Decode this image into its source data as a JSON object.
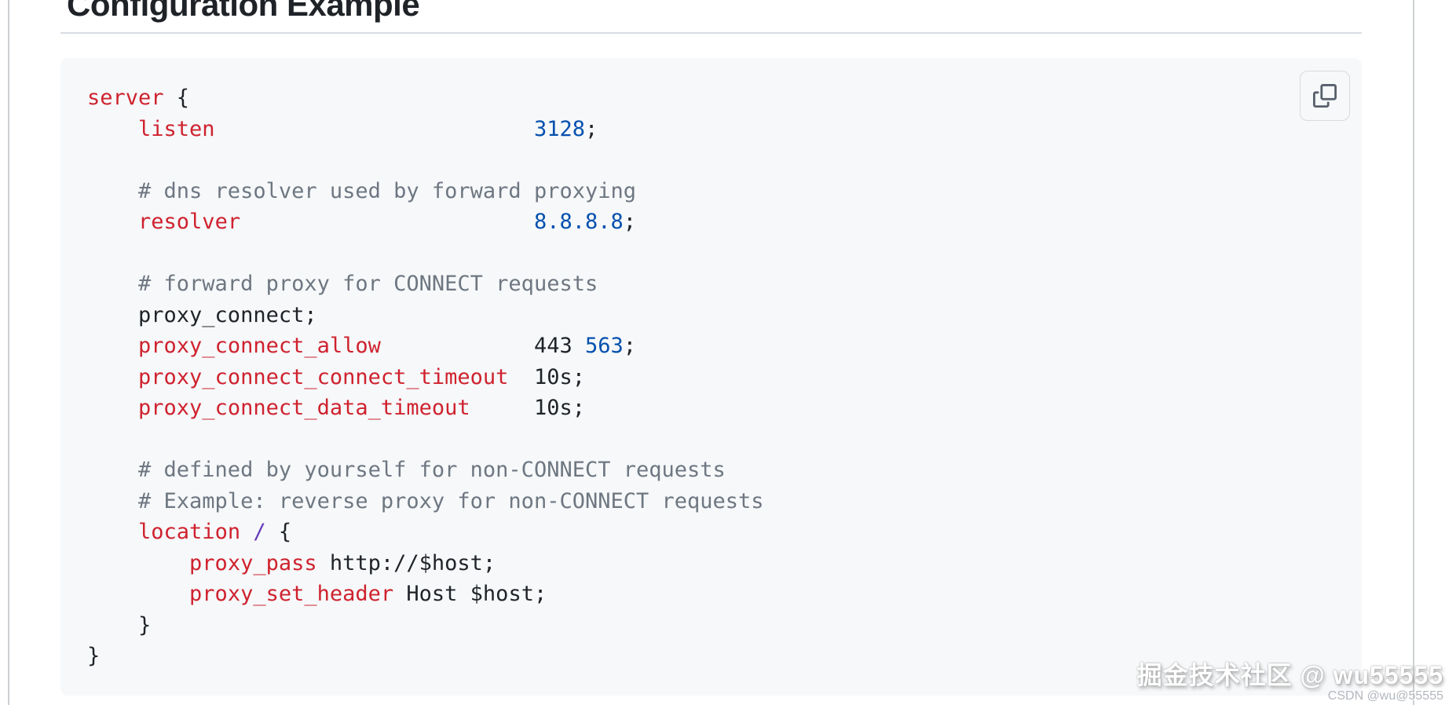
{
  "header": {
    "title": "Configuration Example"
  },
  "colors": {
    "code_background": "#f6f8fa",
    "keyword_red": "#cf222e",
    "number_blue": "#0550ae",
    "comment_gray": "#6e7781",
    "path_purple": "#6639ba",
    "plain_text": "#1f2328"
  },
  "code_block": {
    "copy_icon": "copy-icon",
    "lines": [
      [
        [
          "k",
          "server"
        ],
        [
          "p",
          " {"
        ]
      ],
      [
        [
          "p",
          "    "
        ],
        [
          "k",
          "listen"
        ],
        [
          "p",
          "                         "
        ],
        [
          "n",
          "3128"
        ],
        [
          "p",
          ";"
        ]
      ],
      [],
      [
        [
          "c",
          "    # dns resolver used by forward proxying"
        ]
      ],
      [
        [
          "p",
          "    "
        ],
        [
          "k",
          "resolver"
        ],
        [
          "p",
          "                       "
        ],
        [
          "n",
          "8.8.8.8"
        ],
        [
          "p",
          ";"
        ]
      ],
      [],
      [
        [
          "c",
          "    # forward proxy for CONNECT requests"
        ]
      ],
      [
        [
          "p",
          "    proxy_connect;"
        ]
      ],
      [
        [
          "p",
          "    "
        ],
        [
          "k",
          "proxy_connect_allow"
        ],
        [
          "p",
          "            443 "
        ],
        [
          "n",
          "563"
        ],
        [
          "p",
          ";"
        ]
      ],
      [
        [
          "p",
          "    "
        ],
        [
          "k",
          "proxy_connect_connect_timeout"
        ],
        [
          "p",
          "  10s;"
        ]
      ],
      [
        [
          "p",
          "    "
        ],
        [
          "k",
          "proxy_connect_data_timeout"
        ],
        [
          "p",
          "     10s;"
        ]
      ],
      [],
      [
        [
          "c",
          "    # defined by yourself for non-CONNECT requests"
        ]
      ],
      [
        [
          "c",
          "    # Example: reverse proxy for non-CONNECT requests"
        ]
      ],
      [
        [
          "p",
          "    "
        ],
        [
          "k",
          "location"
        ],
        [
          "p",
          " "
        ],
        [
          "e",
          "/"
        ],
        [
          "p",
          " {"
        ]
      ],
      [
        [
          "p",
          "        "
        ],
        [
          "k",
          "proxy_pass"
        ],
        [
          "p",
          " http://$host;"
        ]
      ],
      [
        [
          "p",
          "        "
        ],
        [
          "k",
          "proxy_set_header"
        ],
        [
          "p",
          " Host $host;"
        ]
      ],
      [
        [
          "p",
          "    }"
        ]
      ],
      [
        [
          "p",
          "}"
        ]
      ]
    ]
  },
  "watermark": {
    "line1": "掘金技术社区 @ wu55555",
    "line2": "CSDN @wu@55555"
  }
}
